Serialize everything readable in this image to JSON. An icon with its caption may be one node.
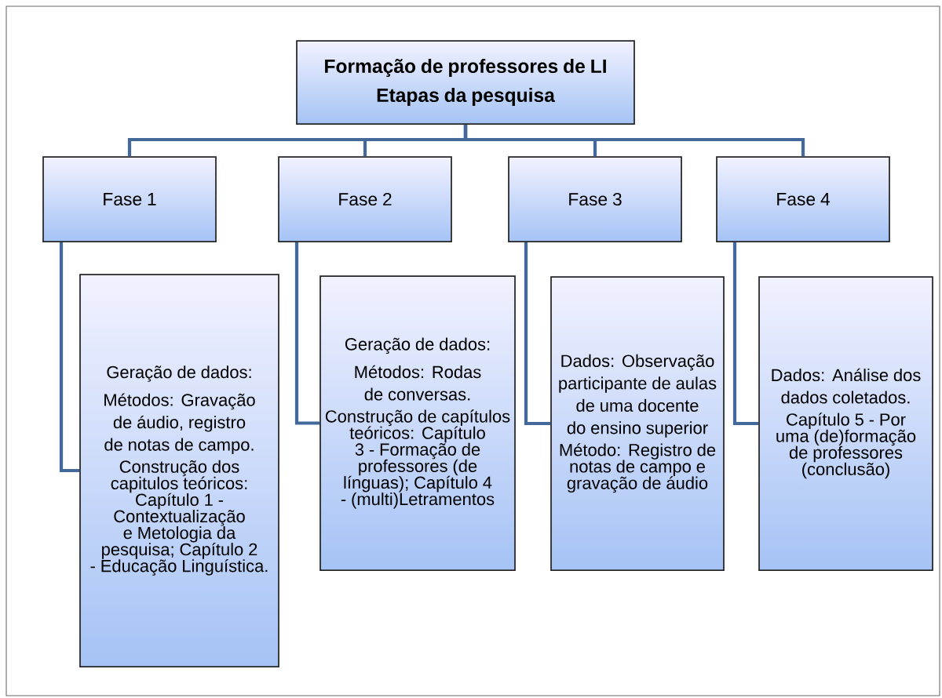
{
  "diagram": {
    "nodes": [
      {
        "text": [
          "Formação de professores de LI",
          "Etapas da pesquisa"
        ]
      },
      {
        "text": [
          "Fase 1"
        ]
      },
      {
        "text": [
          "Fase 2"
        ]
      },
      {
        "text": [
          "Fase 3"
        ]
      },
      {
        "text": [
          "Fase 4"
        ]
      },
      {
        "text": [
          "Geração de dados:",
          "Métodos: Gravação de áudio, registro de notas de campo.",
          "Construção dos capitulos teóricos: Capítulo 1 - Contextualização e Metologia da pesquisa; Capítulo 2 - Educação Linguística."
        ]
      },
      {
        "text": [
          "Geração de dados:",
          "Métodos: Rodas de conversas.",
          "Construção de capítulos teóricos: Capítulo 3 - Formação de professores (de línguas); Capítulo 4 - (multi)Letramentos"
        ]
      },
      {
        "text": [
          "Dados: Observação participante de aulas de uma docente do ensino superior",
          "Método: Registro de notas de campo e gravação de áudio"
        ]
      },
      {
        "text": [
          "Dados: Análise dos dados coletados.",
          "Capítulo 5 - Por uma (de)formação de professores (conclusão)"
        ]
      }
    ],
    "edges": [
      {
        "from": 0,
        "to": 1,
        "arrow": "none"
      },
      {
        "from": 0,
        "to": 2,
        "arrow": "none"
      },
      {
        "from": 0,
        "to": 3,
        "arrow": "none"
      },
      {
        "from": 0,
        "to": 4,
        "arrow": "none"
      },
      {
        "from": 1,
        "to": 5,
        "arrow": "none"
      },
      {
        "from": 2,
        "to": 6,
        "arrow": "none"
      },
      {
        "from": 3,
        "to": 7,
        "arrow": "none"
      },
      {
        "from": 4,
        "to": 8,
        "arrow": "none"
      }
    ]
  }
}
